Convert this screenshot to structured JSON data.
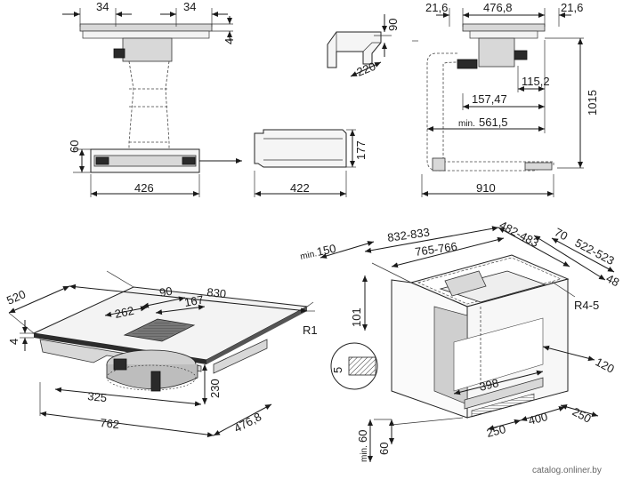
{
  "top_left": {
    "w_left": "34",
    "w_right": "34",
    "depth": "4",
    "height": "60",
    "width": "426"
  },
  "top_mid": {
    "duct_h": "90",
    "duct_w": "220",
    "piece_h": "177",
    "piece_w": "422"
  },
  "top_right": {
    "left": "21,6",
    "center": "476,8",
    "right": "21,6",
    "d1": "115,2",
    "d2": "157,47",
    "d3_prefix": "min.",
    "d3": "561,5",
    "height": "1015",
    "width": "910"
  },
  "bottom_left": {
    "depth": "520",
    "width": "830",
    "grille_w": "90",
    "grille_d": "167",
    "grille_len": "262",
    "thick": "4",
    "radius": "R1",
    "motor_h": "230",
    "offset": "325",
    "cut_w": "762",
    "cut_d": "476,8"
  },
  "bottom_right": {
    "min_prefix": "min.",
    "min_val": "150",
    "cut_w": "832-833",
    "cut_inner": "765-766",
    "cut_d": "482-483",
    "edge": "70",
    "cut_d2": "522-523",
    "side": "48",
    "radius": "R4-5",
    "front": "101",
    "back": "120",
    "lip": "5",
    "inner": "398",
    "f1": "250",
    "f2": "400",
    "f3": "250",
    "min_bot_prefix": "min.",
    "min_bot": "60",
    "bot": "60"
  },
  "watermark": "catalog.onliner.by"
}
